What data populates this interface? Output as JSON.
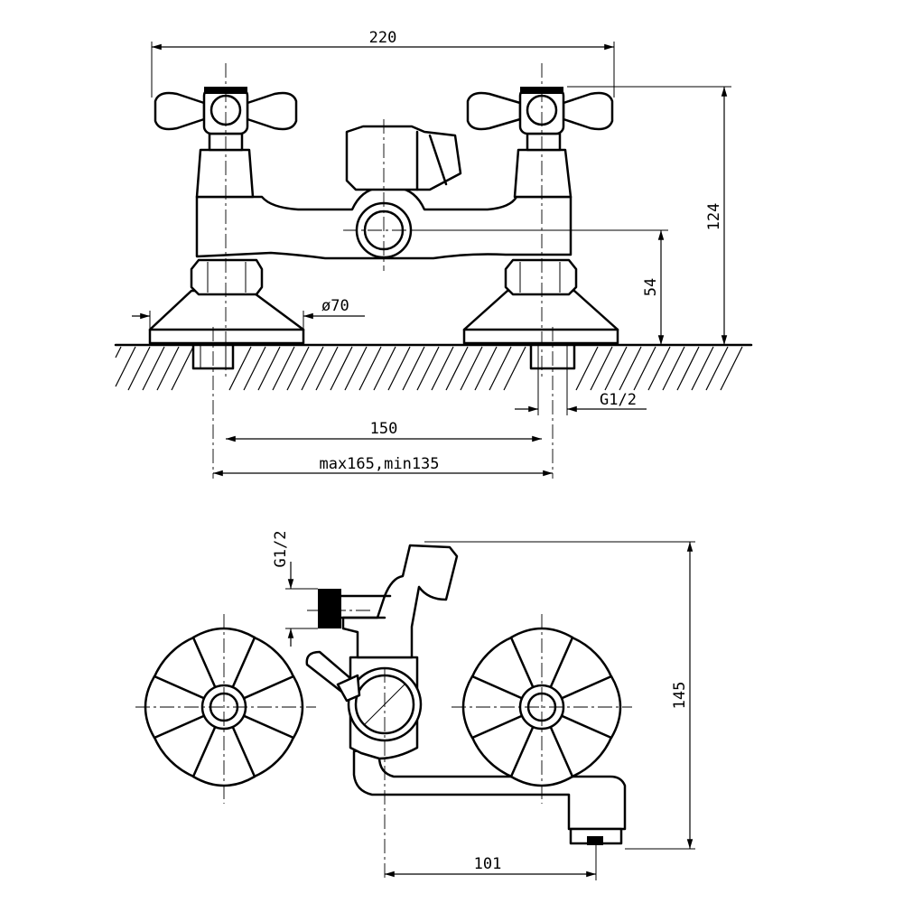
{
  "dimensions": {
    "overall_width": "220",
    "total_height": "124",
    "outlet_height": "54",
    "flange_diameter": "ø70",
    "inlet_thread_front": "G1/2",
    "center_distance": "150",
    "adjust_range": "max165,min135",
    "outlet_thread_top": "G1/2",
    "top_view_height": "145",
    "spout_reach": "101"
  }
}
